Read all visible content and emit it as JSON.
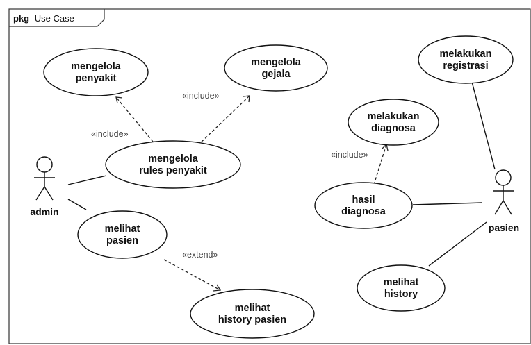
{
  "package": {
    "keyword": "pkg",
    "name": "Use Case"
  },
  "actors": {
    "admin": "admin",
    "pasien": "pasien"
  },
  "use_cases": {
    "mengelola_penyakit": [
      "mengelola",
      "penyakit"
    ],
    "mengelola_gejala": [
      "mengelola",
      "gejala"
    ],
    "mengelola_rules": [
      "mengelola",
      "rules penyakit"
    ],
    "melihat_pasien": [
      "melihat",
      "pasien"
    ],
    "melihat_history_pasien": [
      "melihat",
      "history pasien"
    ],
    "melakukan_registrasi": [
      "melakukan",
      "registrasi"
    ],
    "melakukan_diagnosa": [
      "melakukan",
      "diagnosa"
    ],
    "hasil_diagnosa": [
      "hasil",
      "diagnosa"
    ],
    "melihat_history": [
      "melihat",
      "history"
    ]
  },
  "relations": {
    "include_penyakit": "«include»",
    "include_gejala": "«include»",
    "include_diagnosa": "«include»",
    "extend_history": "«extend»"
  }
}
